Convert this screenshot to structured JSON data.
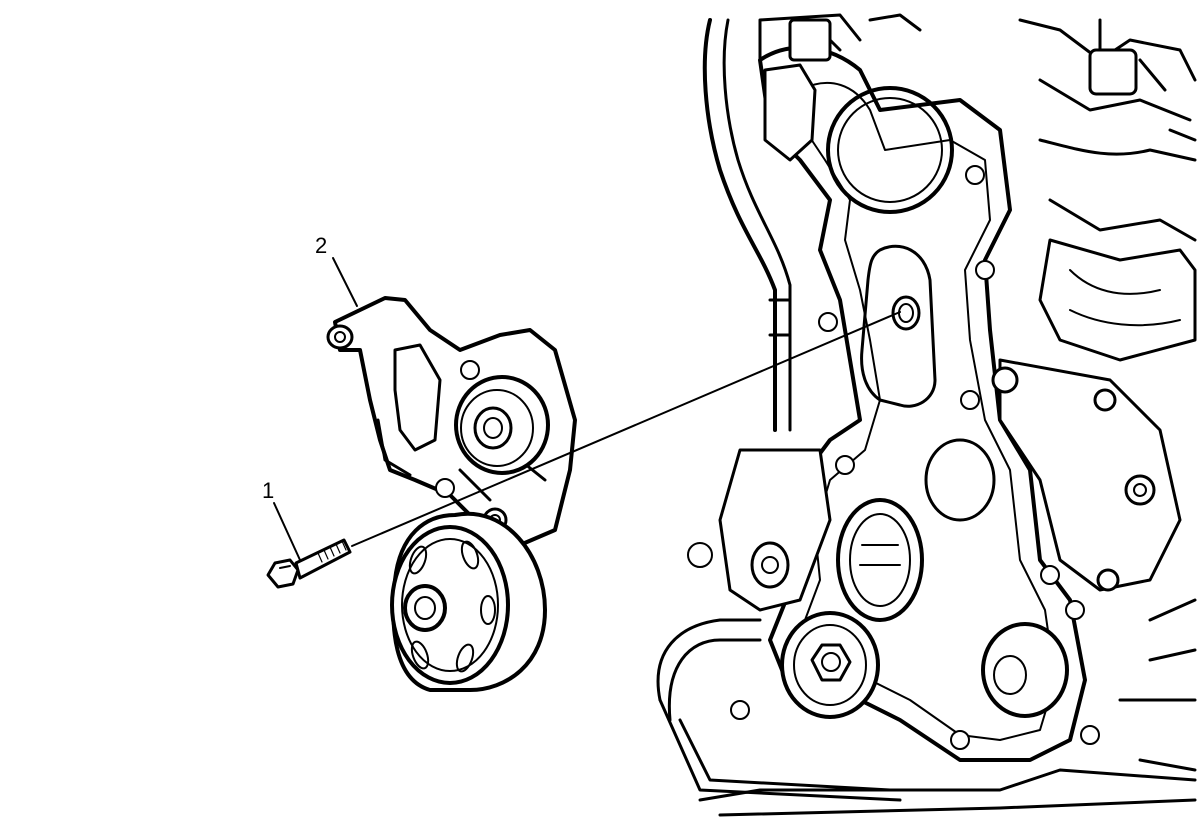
{
  "callouts": [
    {
      "number": "1",
      "part": "bolt"
    },
    {
      "number": "2",
      "part": "drive-belt-tensioner-bracket"
    }
  ],
  "colors": {
    "ink": "#000000",
    "paper": "#ffffff"
  }
}
